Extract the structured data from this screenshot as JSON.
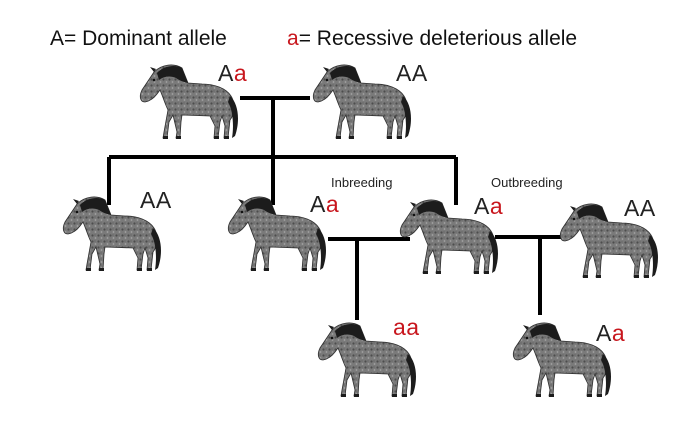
{
  "legend": {
    "dominant_symbol": "A",
    "dominant_text": "= Dominant allele",
    "recessive_symbol": "a",
    "recessive_text": "= Recessive deleterious allele"
  },
  "colors": {
    "dominant": "#222222",
    "recessive": "#c8161d",
    "lines": "#000000",
    "horse_coat": "#6f6f6f",
    "horse_mane": "#1c1c1c"
  },
  "captions": {
    "inbreeding": "Inbreeding",
    "outbreeding": "Outbreeding"
  },
  "horses": [
    {
      "id": "parent-1",
      "alleles": [
        "A",
        "a"
      ]
    },
    {
      "id": "parent-2",
      "alleles": [
        "A",
        "A"
      ]
    },
    {
      "id": "offspring-1",
      "alleles": [
        "A",
        "A"
      ]
    },
    {
      "id": "offspring-2",
      "alleles": [
        "A",
        "a"
      ]
    },
    {
      "id": "offspring-3",
      "alleles": [
        "A",
        "a"
      ]
    },
    {
      "id": "unrelated-mate",
      "alleles": [
        "A",
        "A"
      ]
    },
    {
      "id": "inbred-foal",
      "alleles": [
        "a",
        "a"
      ]
    },
    {
      "id": "outbred-foal",
      "alleles": [
        "A",
        "a"
      ]
    }
  ]
}
